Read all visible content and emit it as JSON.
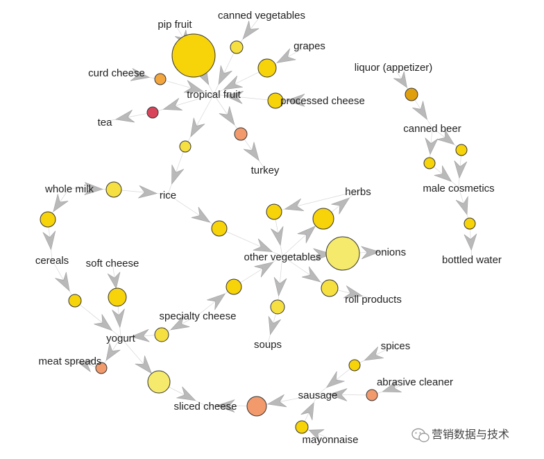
{
  "colors": {
    "gold": "#f7d30a",
    "yellow": "#f6e041",
    "lightyellow": "#f5ea6b",
    "orange": "#f4a63e",
    "salmon": "#f29a6c",
    "red": "#d8455a",
    "amber": "#e0a00e",
    "edge": "#d6d6d6",
    "arrow": "#b9b9b9",
    "stroke": "#333333"
  },
  "labels": [
    {
      "id": "pip-fruit",
      "text": "pip fruit"
    },
    {
      "id": "canned-vegetables",
      "text": "canned vegetables"
    },
    {
      "id": "grapes",
      "text": "grapes"
    },
    {
      "id": "curd-cheese",
      "text": "curd cheese"
    },
    {
      "id": "tropical-fruit",
      "text": "tropical fruit"
    },
    {
      "id": "processed-cheese",
      "text": "processed cheese"
    },
    {
      "id": "tea",
      "text": "tea"
    },
    {
      "id": "turkey",
      "text": "turkey"
    },
    {
      "id": "whole-milk",
      "text": "whole milk"
    },
    {
      "id": "rice",
      "text": "rice"
    },
    {
      "id": "herbs",
      "text": "herbs"
    },
    {
      "id": "onions",
      "text": "onions"
    },
    {
      "id": "other-vegetables",
      "text": "other vegetables"
    },
    {
      "id": "cereals",
      "text": "cereals"
    },
    {
      "id": "soft-cheese",
      "text": "soft cheese"
    },
    {
      "id": "roll-products",
      "text": "roll products"
    },
    {
      "id": "specialty-cheese",
      "text": "specialty cheese"
    },
    {
      "id": "yogurt",
      "text": "yogurt"
    },
    {
      "id": "soups",
      "text": "soups"
    },
    {
      "id": "meat-spreads",
      "text": "meat spreads"
    },
    {
      "id": "spices",
      "text": "spices"
    },
    {
      "id": "abrasive-cleaner",
      "text": "abrasive cleaner"
    },
    {
      "id": "sausage",
      "text": "sausage"
    },
    {
      "id": "sliced-cheese",
      "text": "sliced cheese"
    },
    {
      "id": "mayonnaise",
      "text": "mayonnaise"
    },
    {
      "id": "liquor-appetizer",
      "text": "liquor (appetizer)"
    },
    {
      "id": "canned-beer",
      "text": "canned beer"
    },
    {
      "id": "male-cosmetics",
      "text": "male cosmetics"
    },
    {
      "id": "bottled-water",
      "text": "bottled water"
    }
  ],
  "watermark": {
    "text": "营销数据与技术",
    "icon": "wechat-icon"
  }
}
